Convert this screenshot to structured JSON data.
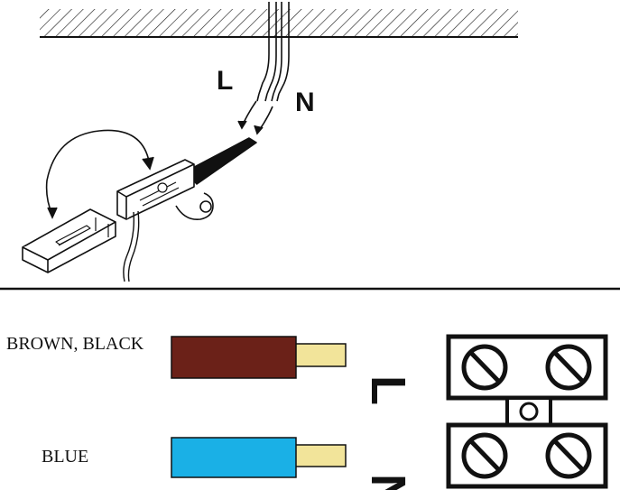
{
  "install": {
    "live_letter": "L",
    "neutral_letter": "N"
  },
  "wiring": {
    "live": {
      "wire_label": "BROWN, BLACK",
      "terminal_letter": "L",
      "insulation_color": "#6b2118"
    },
    "neutral": {
      "wire_label": "BLUE",
      "terminal_letter": "N",
      "insulation_color": "#1ab0e6"
    },
    "conductor_color": "#f2e49a"
  }
}
